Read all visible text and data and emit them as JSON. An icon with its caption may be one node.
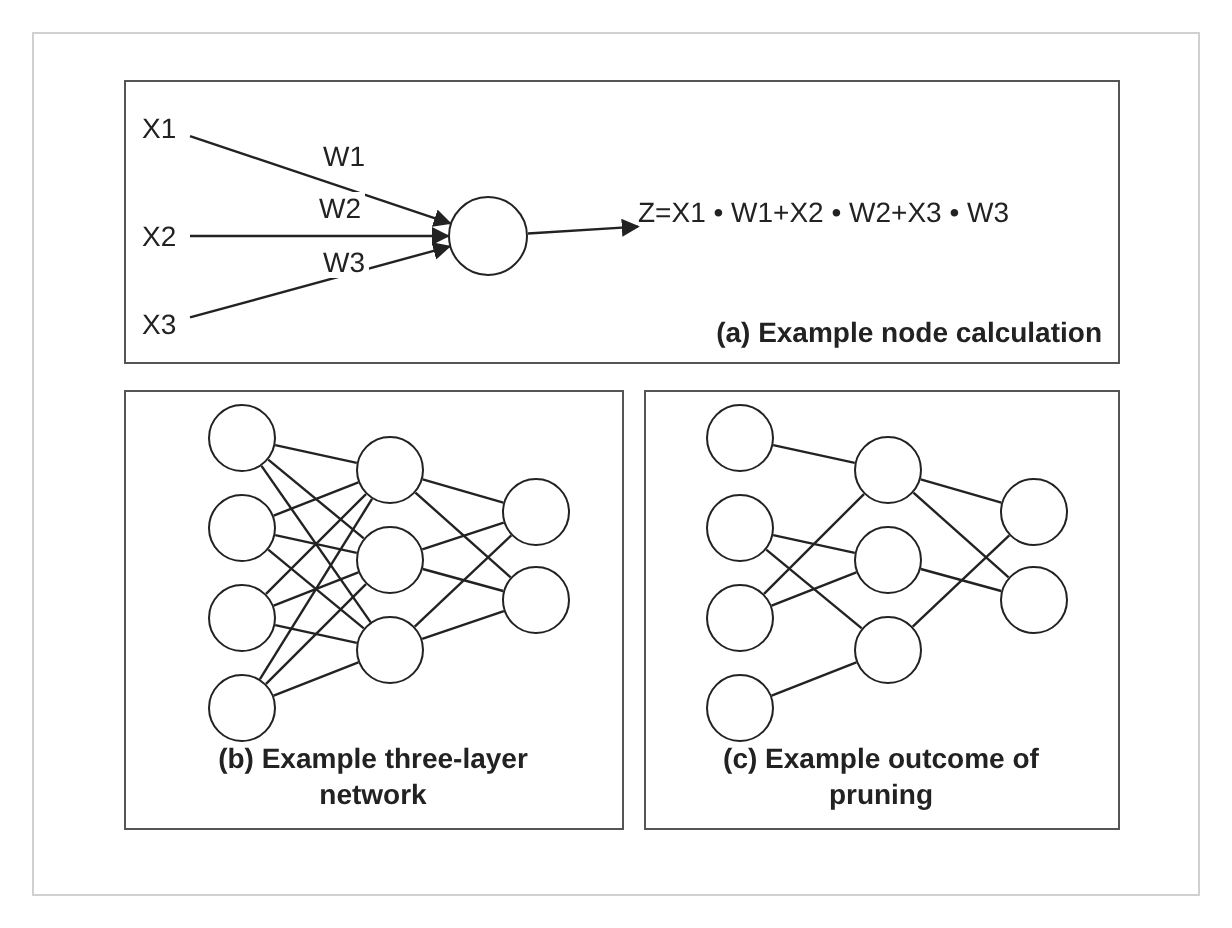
{
  "diagram": {
    "nodes": [
      {
        "text": [
          "(a) Example node calculation"
        ]
      },
      {
        "text": [
          "X1"
        ],
        "in": 0
      },
      {
        "text": [
          "X2"
        ],
        "in": 0
      },
      {
        "text": [
          "X3"
        ],
        "in": 0
      },
      {
        "text": [],
        "shape": "circle",
        "in": 0
      },
      {
        "text": [
          "Z=X1 • W1+X2 • W2+X3 • W3"
        ],
        "in": 0
      },
      {
        "text": [
          "(b) Example three-layer network"
        ]
      },
      {
        "text": [],
        "shape": "circle",
        "in": 6
      },
      {
        "text": [],
        "shape": "circle",
        "in": 6
      },
      {
        "text": [],
        "shape": "circle",
        "in": 6
      },
      {
        "text": [],
        "shape": "circle",
        "in": 6
      },
      {
        "text": [],
        "shape": "circle",
        "in": 6
      },
      {
        "text": [],
        "shape": "circle",
        "in": 6
      },
      {
        "text": [],
        "shape": "circle",
        "in": 6
      },
      {
        "text": [],
        "shape": "circle",
        "in": 6
      },
      {
        "text": [],
        "shape": "circle",
        "in": 6
      },
      {
        "text": [
          "(c) Example outcome of pruning"
        ]
      },
      {
        "text": [],
        "shape": "circle",
        "in": 16
      },
      {
        "text": [],
        "shape": "circle",
        "in": 16
      },
      {
        "text": [],
        "shape": "circle",
        "in": 16
      },
      {
        "text": [],
        "shape": "circle",
        "in": 16
      },
      {
        "text": [],
        "shape": "circle",
        "in": 16
      },
      {
        "text": [],
        "shape": "circle",
        "in": 16
      },
      {
        "text": [],
        "shape": "circle",
        "in": 16
      },
      {
        "text": [],
        "shape": "circle",
        "in": 16
      },
      {
        "text": [],
        "shape": "circle",
        "in": 16
      }
    ],
    "edges": [
      {
        "from": 1,
        "to": 4,
        "arrow": "to",
        "label": "W1"
      },
      {
        "from": 2,
        "to": 4,
        "arrow": "to",
        "label": "W2"
      },
      {
        "from": 3,
        "to": 4,
        "arrow": "to",
        "label": "W3"
      },
      {
        "from": 4,
        "to": 5,
        "arrow": "to"
      },
      {
        "from": 7,
        "to": 11,
        "arrow": "none"
      },
      {
        "from": 7,
        "to": 12,
        "arrow": "none"
      },
      {
        "from": 7,
        "to": 13,
        "arrow": "none"
      },
      {
        "from": 8,
        "to": 11,
        "arrow": "none"
      },
      {
        "from": 8,
        "to": 12,
        "arrow": "none"
      },
      {
        "from": 8,
        "to": 13,
        "arrow": "none"
      },
      {
        "from": 9,
        "to": 11,
        "arrow": "none"
      },
      {
        "from": 9,
        "to": 12,
        "arrow": "none"
      },
      {
        "from": 9,
        "to": 13,
        "arrow": "none"
      },
      {
        "from": 10,
        "to": 11,
        "arrow": "none"
      },
      {
        "from": 10,
        "to": 12,
        "arrow": "none"
      },
      {
        "from": 10,
        "to": 13,
        "arrow": "none"
      },
      {
        "from": 11,
        "to": 14,
        "arrow": "none"
      },
      {
        "from": 11,
        "to": 15,
        "arrow": "none"
      },
      {
        "from": 12,
        "to": 14,
        "arrow": "none"
      },
      {
        "from": 12,
        "to": 15,
        "arrow": "none"
      },
      {
        "from": 13,
        "to": 14,
        "arrow": "none"
      },
      {
        "from": 13,
        "to": 15,
        "arrow": "none"
      },
      {
        "from": 17,
        "to": 21,
        "arrow": "none"
      },
      {
        "from": 18,
        "to": 22,
        "arrow": "none"
      },
      {
        "from": 18,
        "to": 23,
        "arrow": "none"
      },
      {
        "from": 19,
        "to": 21,
        "arrow": "none"
      },
      {
        "from": 19,
        "to": 22,
        "arrow": "none"
      },
      {
        "from": 20,
        "to": 23,
        "arrow": "none"
      },
      {
        "from": 21,
        "to": 24,
        "arrow": "none"
      },
      {
        "from": 21,
        "to": 25,
        "arrow": "none"
      },
      {
        "from": 22,
        "to": 25,
        "arrow": "none"
      },
      {
        "from": 23,
        "to": 24,
        "arrow": "none"
      }
    ]
  }
}
